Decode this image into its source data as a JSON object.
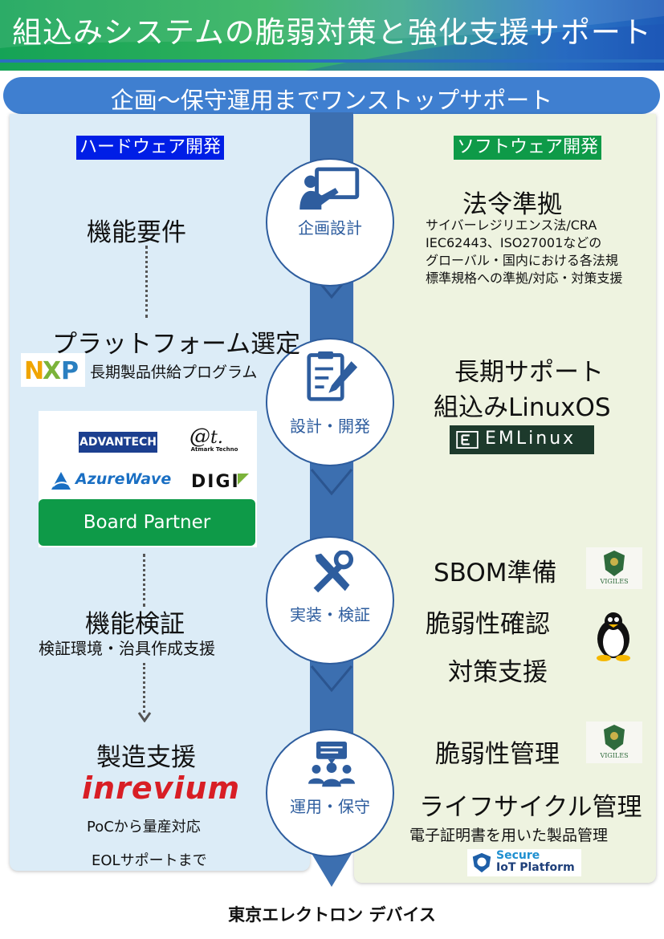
{
  "header": {
    "title": "組込みシステムの脆弱対策と強化支援サポート"
  },
  "banner": {
    "text": "企画〜保守運用までワンストップサポート"
  },
  "left": {
    "tag": "ハードウェア開発",
    "req_title": "機能要件",
    "platform_title": "プラットフォーム選定",
    "nxp_logo": "NXP",
    "nxp_program": "長期製品供給プログラム",
    "partners": {
      "advantech": "ADVANTECH",
      "atmark": "Atmark Techno",
      "azurewave": "AzureWave",
      "digi": "DIGI",
      "label": "Board Partner"
    },
    "verify_title": "機能検証",
    "verify_sub": "検証環境・治具作成支援",
    "mfg_title": "製造支援",
    "inrevium": "inrevium",
    "mfg_line1": "PoCから量産対応",
    "mfg_line2": "EOLサポートまで"
  },
  "phases": [
    {
      "label": "企画設計",
      "icon": "presentation-icon"
    },
    {
      "label": "設計・開発",
      "icon": "clipboard-edit-icon"
    },
    {
      "label": "実装・検証",
      "icon": "tools-icon"
    },
    {
      "label": "運用・保守",
      "icon": "team-chat-icon"
    }
  ],
  "right": {
    "tag": "ソフトウェア開発",
    "law_title": "法令準拠",
    "law_lines": [
      "サイバーレジリエンス法/CRA",
      "IEC62443、ISO27001などの",
      "グローバル・国内における各法規",
      "標準規格への準拠/対応・対策支援"
    ],
    "longterm_title": "長期サポート",
    "linux_title": "組込みLinuxOS",
    "emlinux_logo": "EMLinux",
    "sbom": "SBOM準備",
    "vuln_check": "脆弱性確認",
    "countermeasure": "対策支援",
    "vigiles_logo": "VIGILES",
    "vuln_manage": "脆弱性管理",
    "lifecycle": "ライフサイクル管理",
    "cert_manage": "電子証明書を用いた製品管理",
    "secure_iot_1": "Secure",
    "secure_iot_2": "IoT Platform"
  },
  "footer": {
    "company": "東京エレクトロン デバイス"
  },
  "colors": {
    "accent_blue": "#2e5d9e",
    "green": "#0e9a48",
    "hw_tag": "#001ee6"
  }
}
